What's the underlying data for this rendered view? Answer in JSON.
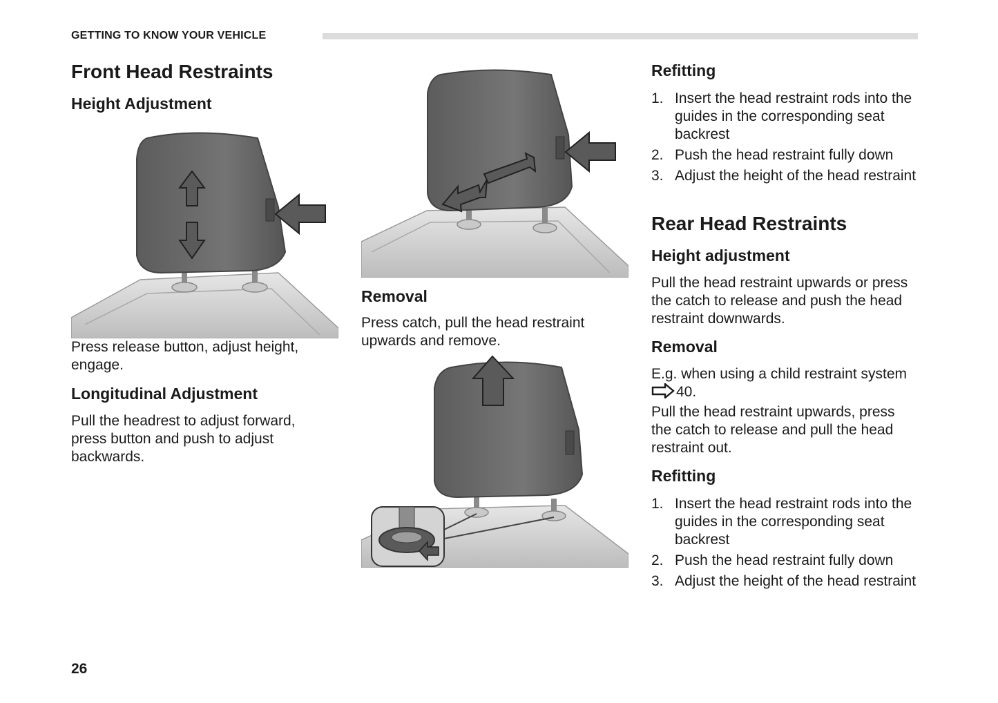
{
  "header": {
    "section_title": "GETTING TO KNOW YOUR VEHICLE"
  },
  "left": {
    "title": "Front Head Restraints",
    "height_heading": "Height Adjustment",
    "height_caption": "Press release button, adjust height, engage.",
    "longitudinal_heading": "Longitudinal Adjustment",
    "longitudinal_text": "Pull the headrest to adjust forward, press button and push to adjust backwards."
  },
  "middle": {
    "removal_heading": "Removal",
    "removal_text": "Press catch, pull the head restraint upwards and remove."
  },
  "right": {
    "refitting_heading": "Refitting",
    "refitting_steps": [
      {
        "num": "1.",
        "text": "Insert the head restraint rods into the guides in the corresponding seat backrest"
      },
      {
        "num": "2.",
        "text": "Push the head restraint fully down"
      },
      {
        "num": "3.",
        "text": "Adjust the height of the head restraint"
      }
    ],
    "rear_title": "Rear Head Restraints",
    "rear_height_heading": "Height adjustment",
    "rear_height_text": "Pull the head restraint upwards or press the catch to release and push the head restraint downwards.",
    "rear_removal_heading": "Removal",
    "rear_removal_text_1": "E.g. when using a child restraint system",
    "rear_removal_xref": "40.",
    "rear_removal_text_2": "Pull the head restraint upwards, press the catch to release and pull the head restraint out.",
    "rear_refitting_heading": "Refitting",
    "rear_refitting_steps": [
      {
        "num": "1.",
        "text": "Insert the head restraint rods into the guides in the corresponding seat backrest"
      },
      {
        "num": "2.",
        "text": "Push the head restraint fully down"
      },
      {
        "num": "3.",
        "text": "Adjust the height of the head restraint"
      }
    ]
  },
  "footer": {
    "page_number": "26"
  },
  "colors": {
    "text": "#1a1a1a",
    "rule": "#dcdcdc",
    "restraint_dark": "#6e6e6e",
    "arrow": "#5a5a5a"
  }
}
